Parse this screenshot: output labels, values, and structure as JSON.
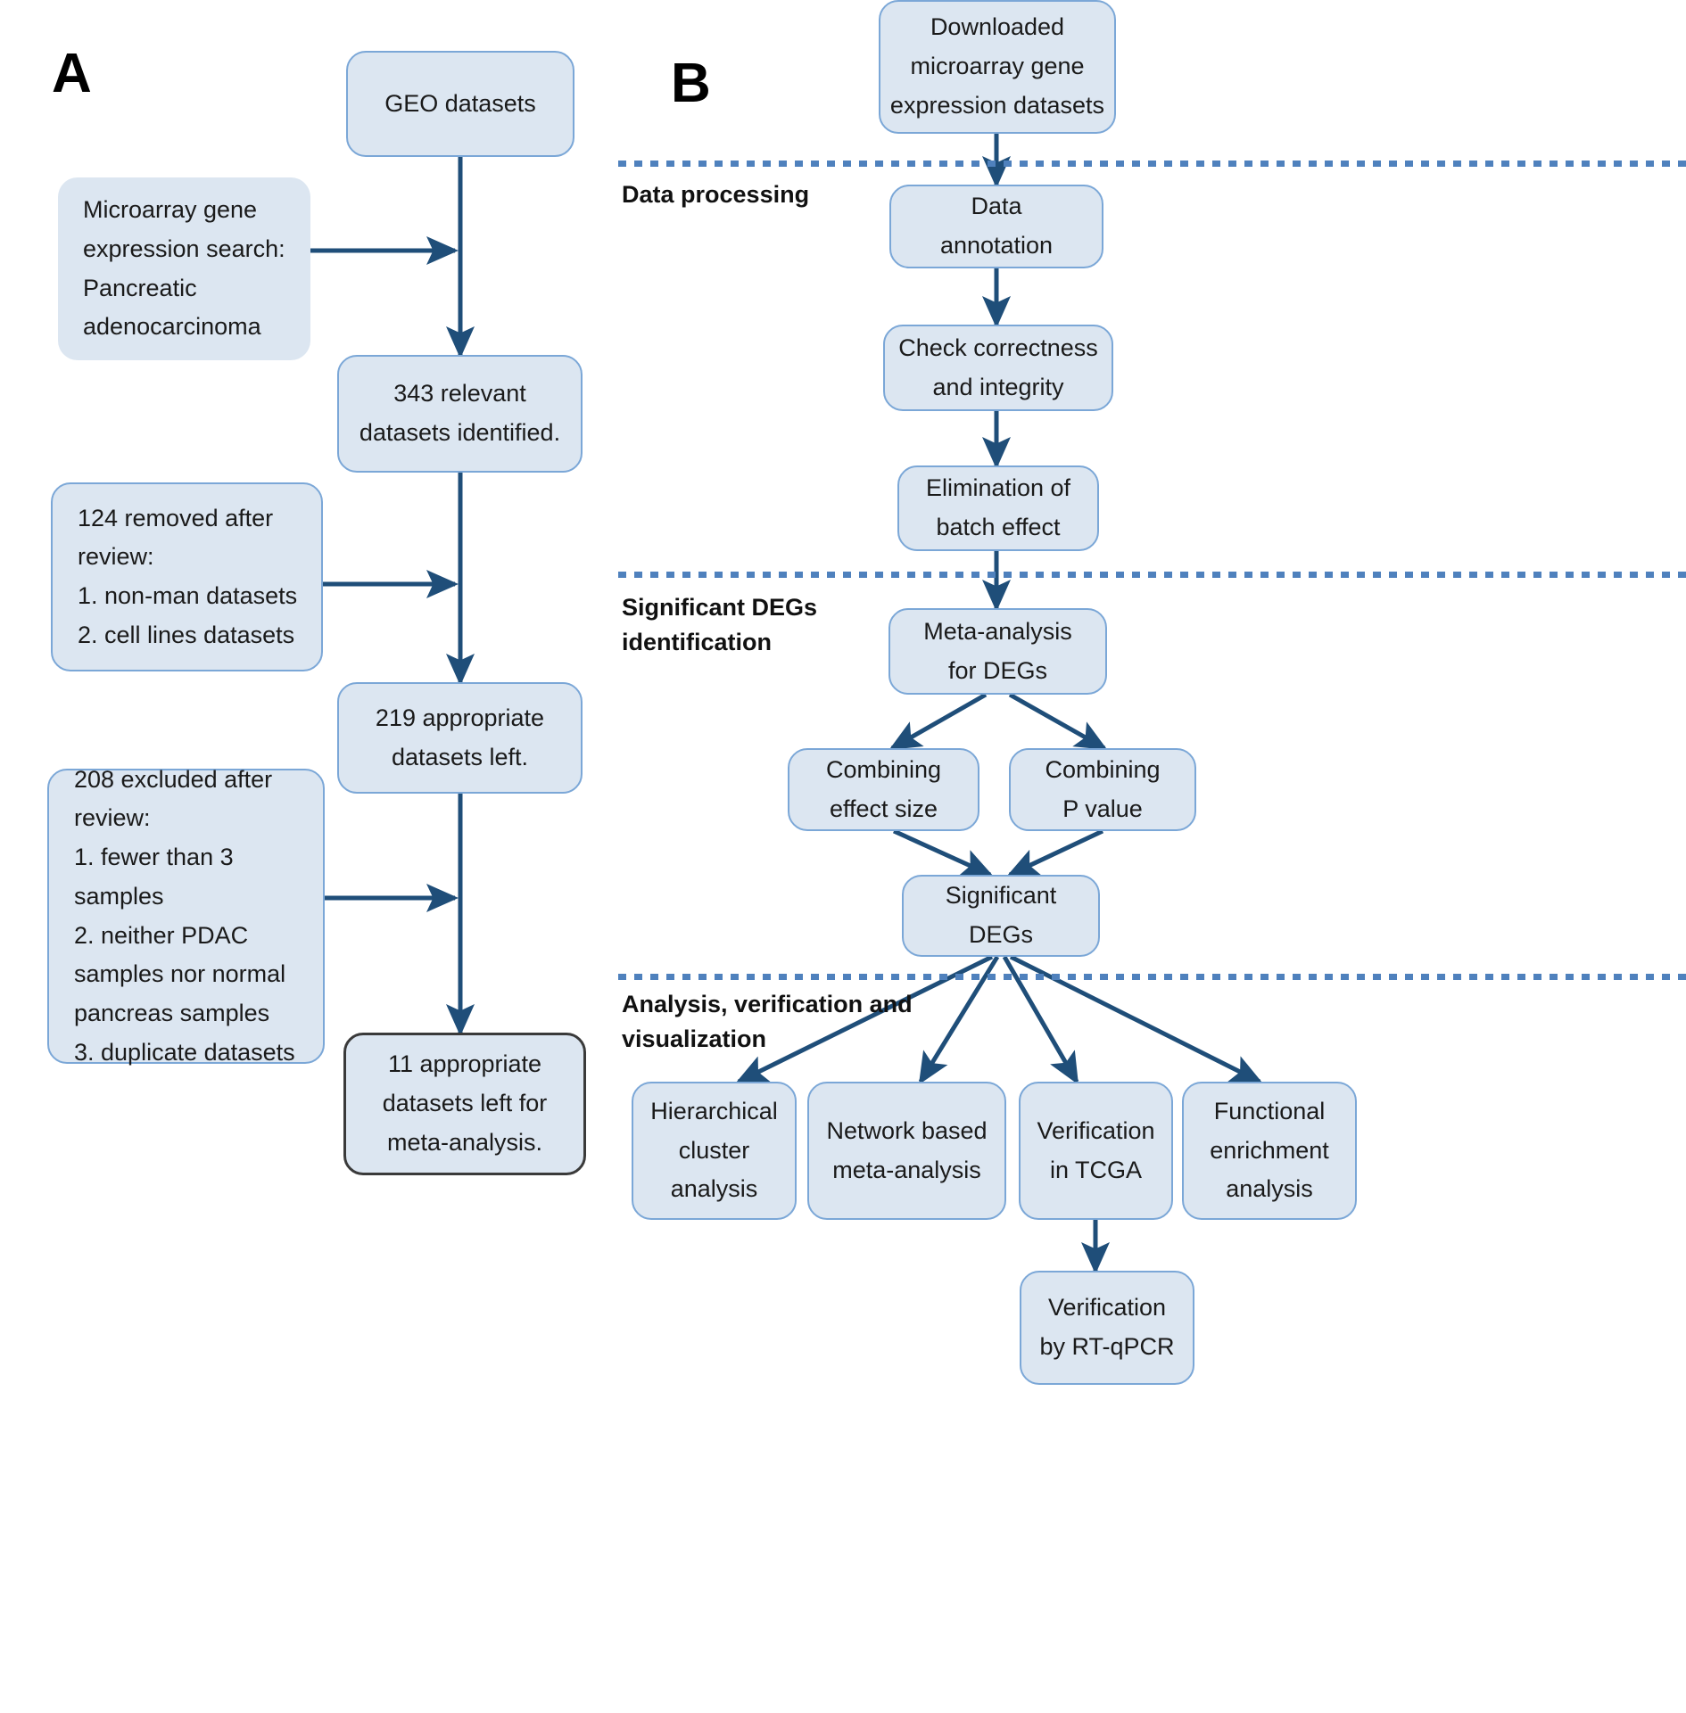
{
  "figure": {
    "type": "flowchart",
    "panels": [
      {
        "letter": "A",
        "title_label": "A",
        "nodes": [
          {
            "id": "geo",
            "label": "GEO datasets",
            "style": "bordered"
          },
          {
            "id": "search",
            "label": "Microarray gene\nexpression search:\nPancreatic\nadenocarcinoma",
            "style": "noborder"
          },
          {
            "id": "relevant",
            "label": "343 relevant\ndatasets identified.",
            "style": "bordered"
          },
          {
            "id": "removed124",
            "label": "124 removed after\nreview:\n1.  non-man datasets\n2.  cell lines datasets",
            "style": "bordered"
          },
          {
            "id": "appropriate219",
            "label": "219 appropriate\ndatasets left.",
            "style": "bordered"
          },
          {
            "id": "excluded208",
            "label": "208 excluded after\nreview:\n1.  fewer than 3 samples\n2.  neither PDAC\nsamples nor normal\npancreas samples\n3.  duplicate datasets",
            "style": "bordered"
          },
          {
            "id": "final11",
            "label": "11 appropriate\ndatasets left for\nmeta-analysis.",
            "style": "dark-bordered"
          }
        ],
        "edges": [
          {
            "from": "geo",
            "to": "relevant",
            "kind": "vertical"
          },
          {
            "from": "search",
            "to": "geo-relevant-link",
            "kind": "horizontal"
          },
          {
            "from": "relevant",
            "to": "appropriate219",
            "kind": "vertical"
          },
          {
            "from": "removed124",
            "to": "relevant-219-link",
            "kind": "horizontal"
          },
          {
            "from": "appropriate219",
            "to": "final11",
            "kind": "vertical"
          },
          {
            "from": "excluded208",
            "to": "219-final-link",
            "kind": "horizontal"
          }
        ]
      },
      {
        "letter": "B",
        "title_label": "B",
        "stages": [
          {
            "id": "stage-data-processing",
            "label": "Data processing"
          },
          {
            "id": "stage-significant-degs",
            "label": "Significant DEGs\nidentification"
          },
          {
            "id": "stage-analysis",
            "label": "Analysis, verification and\nvisualization"
          }
        ],
        "nodes": [
          {
            "id": "downloaded",
            "label": "Downloaded\nmicroarray gene\nexpression datasets",
            "style": "bordered"
          },
          {
            "id": "annotation",
            "label": "Data\nannotation",
            "style": "bordered"
          },
          {
            "id": "check",
            "label": "Check correctness\nand integrity",
            "style": "bordered"
          },
          {
            "id": "batch",
            "label": "Elimination of\nbatch effect",
            "style": "bordered"
          },
          {
            "id": "meta",
            "label": "Meta-analysis\nfor DEGs",
            "style": "bordered"
          },
          {
            "id": "effect-size",
            "label": "Combining\neffect size",
            "style": "bordered"
          },
          {
            "id": "p-value",
            "label": "Combining\nP value",
            "style": "bordered"
          },
          {
            "id": "sig-degs",
            "label": "Significant\nDEGs",
            "style": "bordered"
          },
          {
            "id": "hier",
            "label": "Hierarchical\ncluster\nanalysis",
            "style": "bordered"
          },
          {
            "id": "network",
            "label": "Network based\nmeta-analysis",
            "style": "bordered"
          },
          {
            "id": "tcga",
            "label": "Verification\nin TCGA",
            "style": "bordered"
          },
          {
            "id": "functional",
            "label": "Functional\nenrichment\nanalysis",
            "style": "bordered"
          },
          {
            "id": "rtqpcr",
            "label": "Verification\nby RT-qPCR",
            "style": "bordered"
          }
        ],
        "edges": [
          {
            "from": "downloaded",
            "to": "annotation"
          },
          {
            "from": "annotation",
            "to": "check"
          },
          {
            "from": "check",
            "to": "batch"
          },
          {
            "from": "batch",
            "to": "meta"
          },
          {
            "from": "meta",
            "to": "effect-size"
          },
          {
            "from": "meta",
            "to": "p-value"
          },
          {
            "from": "effect-size",
            "to": "sig-degs"
          },
          {
            "from": "p-value",
            "to": "sig-degs"
          },
          {
            "from": "sig-degs",
            "to": "hier"
          },
          {
            "from": "sig-degs",
            "to": "network"
          },
          {
            "from": "sig-degs",
            "to": "tcga"
          },
          {
            "from": "sig-degs",
            "to": "functional"
          },
          {
            "from": "tcga",
            "to": "rtqpcr"
          }
        ]
      }
    ],
    "colors": {
      "node_fill": "#dce6f1",
      "node_border": "#7ba7d7",
      "final_node_border": "#3a3a3a",
      "arrow": "#1f4e79",
      "divider": "#4f81bd",
      "text": "#1a1a1a",
      "background": "#ffffff"
    }
  }
}
